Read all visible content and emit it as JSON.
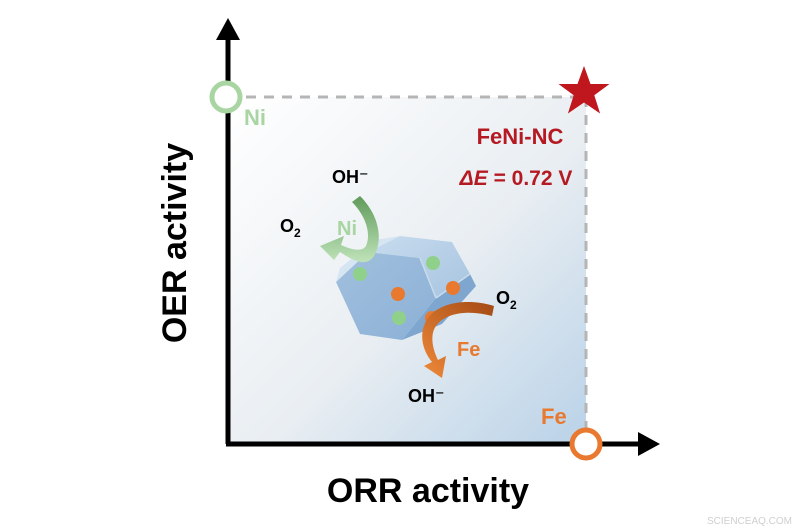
{
  "axes": {
    "x_label": "ORR activity",
    "y_label": "OER activity"
  },
  "points": {
    "ni": {
      "label": "Ni",
      "color": "#a8d5a2"
    },
    "fe": {
      "label": "Fe",
      "color": "#e8792e"
    },
    "star": {
      "color": "#c0161d"
    }
  },
  "catalyst": {
    "name": "FeNi-NC",
    "delta_e_symbol": "ΔE",
    "delta_e_value": "= 0.72 V",
    "name_color": "#b51a23"
  },
  "ni_cycle": {
    "reactant": "OH⁻",
    "product": "O",
    "product_subscript": "2",
    "site_label": "Ni"
  },
  "fe_cycle": {
    "reactant": "O",
    "reactant_subscript": "2",
    "product": "OH⁻",
    "site_label": "Fe"
  },
  "watermark": "SCIENCEAQ.COM"
}
